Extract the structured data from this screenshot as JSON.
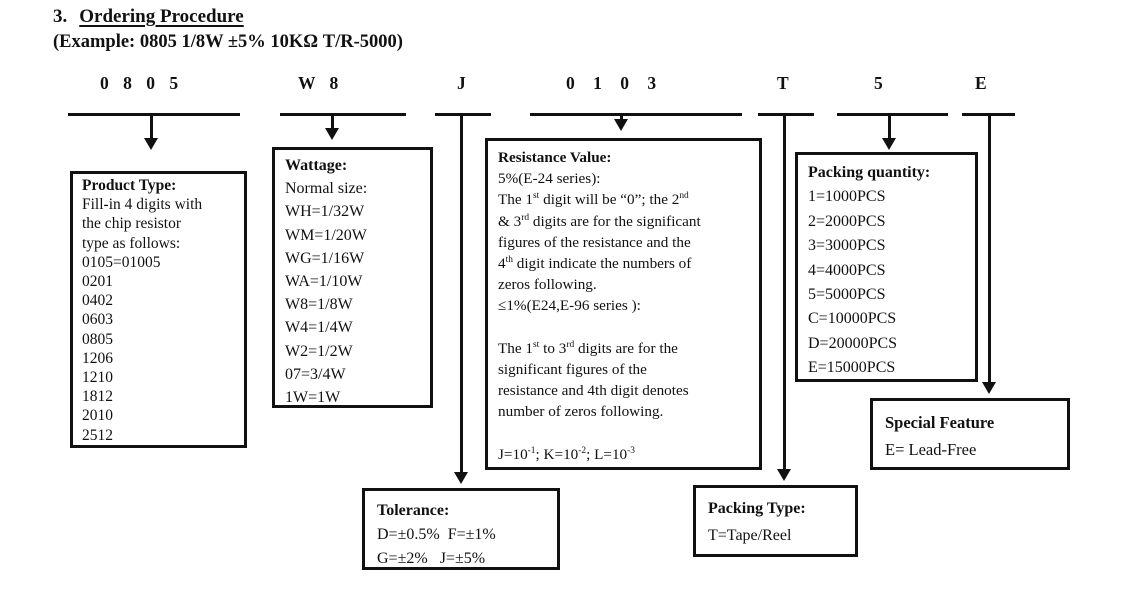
{
  "colors": {
    "ink": "#111111",
    "background": "#ffffff"
  },
  "title": {
    "number": "3.",
    "text": "Ordering Procedure"
  },
  "example": "(Example: 0805 1/8W ±5% 10KΩ T/R-5000)",
  "code_row": {
    "product_type": "0 8 0 5",
    "wattage": "W 8",
    "tolerance": "J",
    "resistance_value": "0 1 0 3",
    "packing_type": "T",
    "packing_quantity": "5",
    "special_feature": "E"
  },
  "boxes": {
    "product_type": {
      "heading": "Product Type:",
      "lines": [
        "Fill-in 4 digits with",
        "the chip resistor",
        "type as follows:",
        "0105=01005",
        "0201",
        "0402",
        "0603",
        "0805",
        "1206",
        "1210",
        "1812",
        "2010",
        "2512"
      ]
    },
    "wattage": {
      "heading": "Wattage:",
      "lines": [
        "Normal size:",
        "WH=1/32W",
        "WM=1/20W",
        "WG=1/16W",
        "WA=1/10W",
        "W8=1/8W",
        "W4=1/4W",
        "W2=1/2W",
        "07=3/4W",
        "1W=1W"
      ]
    },
    "resistance_value": {
      "heading": "Resistance Value:",
      "lines": [
        "5%(E-24 series):",
        [
          "The 1",
          {
            "sup": "st"
          },
          " digit will be “0”; the 2",
          {
            "sup": "nd"
          }
        ],
        [
          "& 3",
          {
            "sup": "rd"
          },
          " digits are for the significant"
        ],
        "figures of the resistance and the",
        [
          "4",
          {
            "sup": "th"
          },
          " digit indicate the numbers of"
        ],
        "zeros following.",
        "≤1%(E24,E-96 series ):",
        "",
        [
          "The 1",
          {
            "sup": "st"
          },
          " to 3",
          {
            "sup": "rd"
          },
          " digits are for the"
        ],
        "significant figures of the",
        "resistance and 4th digit denotes",
        "number of zeros following.",
        "",
        [
          "J=10",
          {
            "sup": "-1"
          },
          "; K=10",
          {
            "sup": "-2"
          },
          "; L=10",
          {
            "sup": "-3"
          }
        ]
      ]
    },
    "packing_quantity": {
      "heading": "Packing quantity:",
      "lines": [
        "1=1000PCS",
        "2=2000PCS",
        "3=3000PCS",
        "4=4000PCS",
        "5=5000PCS",
        "C=10000PCS",
        "D=20000PCS",
        "E=15000PCS"
      ]
    },
    "special_feature": {
      "heading": "Special Feature",
      "lines": [
        "E= Lead-Free"
      ]
    },
    "tolerance": {
      "heading": "Tolerance:",
      "lines": [
        "D=±0.5%  F=±1%",
        "G=±2%   J=±5%"
      ]
    },
    "packing_type": {
      "heading": "Packing Type:",
      "lines": [
        "T=Tape/Reel"
      ]
    }
  }
}
